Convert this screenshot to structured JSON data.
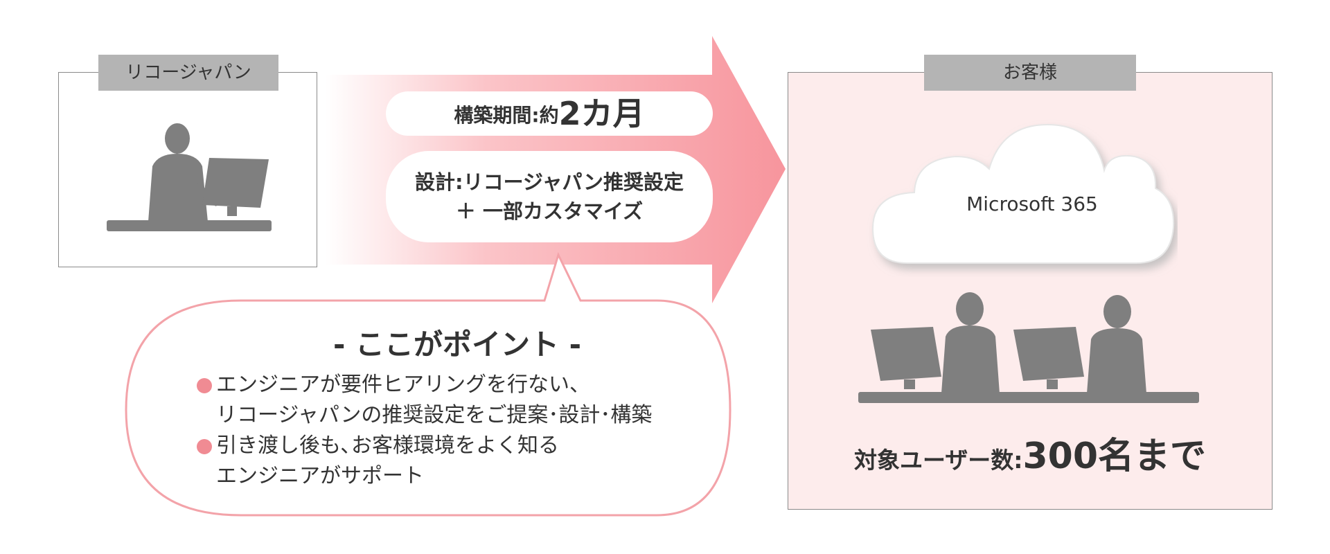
{
  "provider": {
    "label": "リコージャパン",
    "icon": "engineer-at-desk-icon"
  },
  "arrow": {
    "color_start": "#ffffff",
    "color_end": "#f7959d",
    "period_prefix": "構築期間:約",
    "period_value": "2カ月",
    "design_line1": "設計:リコージャパン推奨設定",
    "design_line2": "＋ 一部カスタマイズ"
  },
  "point": {
    "title": "- ここがポイント -",
    "items": [
      {
        "line1": "エンジニアが要件ヒアリングを行ない、",
        "line2": "リコージャパンの推奨設定をご提案･設計･構築"
      },
      {
        "line1": "引き渡し後も､お客様環境をよく知る",
        "line2": "エンジニアがサポート"
      }
    ],
    "bullet_color": "#f08b93",
    "border_color": "#f3a3a9"
  },
  "customer": {
    "label": "お客様",
    "cloud_text": "Microsoft 365",
    "users_icon": "two-users-at-desks-icon",
    "count_prefix": "対象ユーザー数:",
    "count_value": "300名まで",
    "background": "#fdecec"
  }
}
